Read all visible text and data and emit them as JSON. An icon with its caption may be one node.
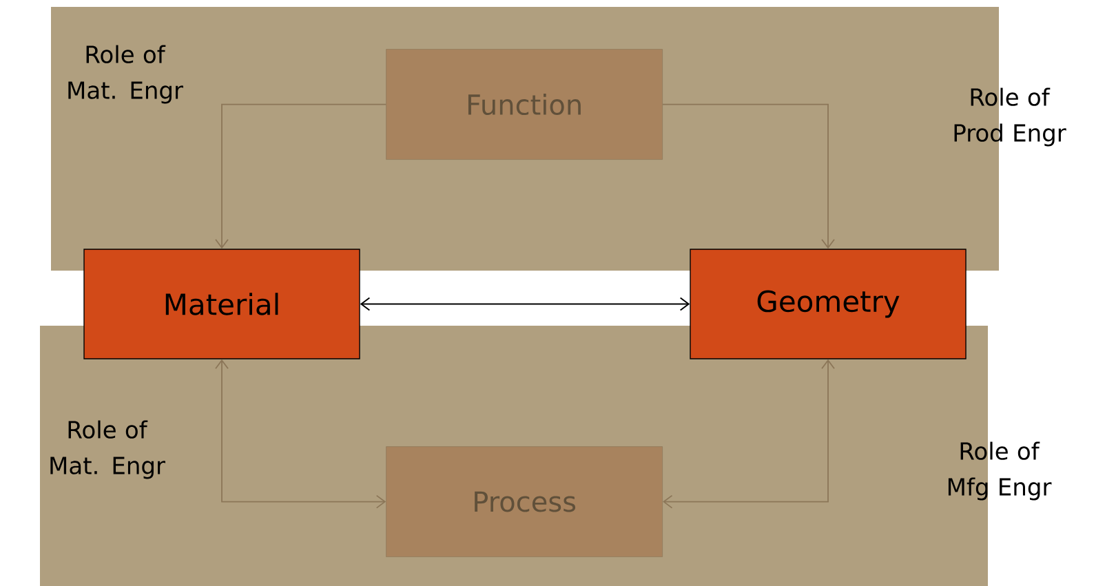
{
  "diagram": {
    "nodes": [
      {
        "text": [],
        "shape": "box"
      },
      {
        "text": [
          "Function"
        ],
        "in": 0
      },
      {
        "text": [
          "Material"
        ]
      },
      {
        "text": [
          "Geometry"
        ]
      },
      {
        "text": [],
        "shape": "box"
      },
      {
        "text": [
          "Process"
        ],
        "in": 4
      }
    ],
    "edges": [
      {
        "from": 1,
        "to": 2,
        "arrow": "to"
      },
      {
        "from": 1,
        "to": 3,
        "arrow": "to"
      },
      {
        "from": 2,
        "to": 3,
        "arrow": "both",
        "color": "#000000"
      },
      {
        "from": 2,
        "to": 5,
        "arrow": "both"
      },
      {
        "from": 3,
        "to": 5,
        "arrow": "both"
      }
    ],
    "labels": [
      "Role of Mat. Engr",
      "Role of Prod Engr",
      "Role of Mat. Engr",
      "Role of Mfg Engr"
    ]
  }
}
